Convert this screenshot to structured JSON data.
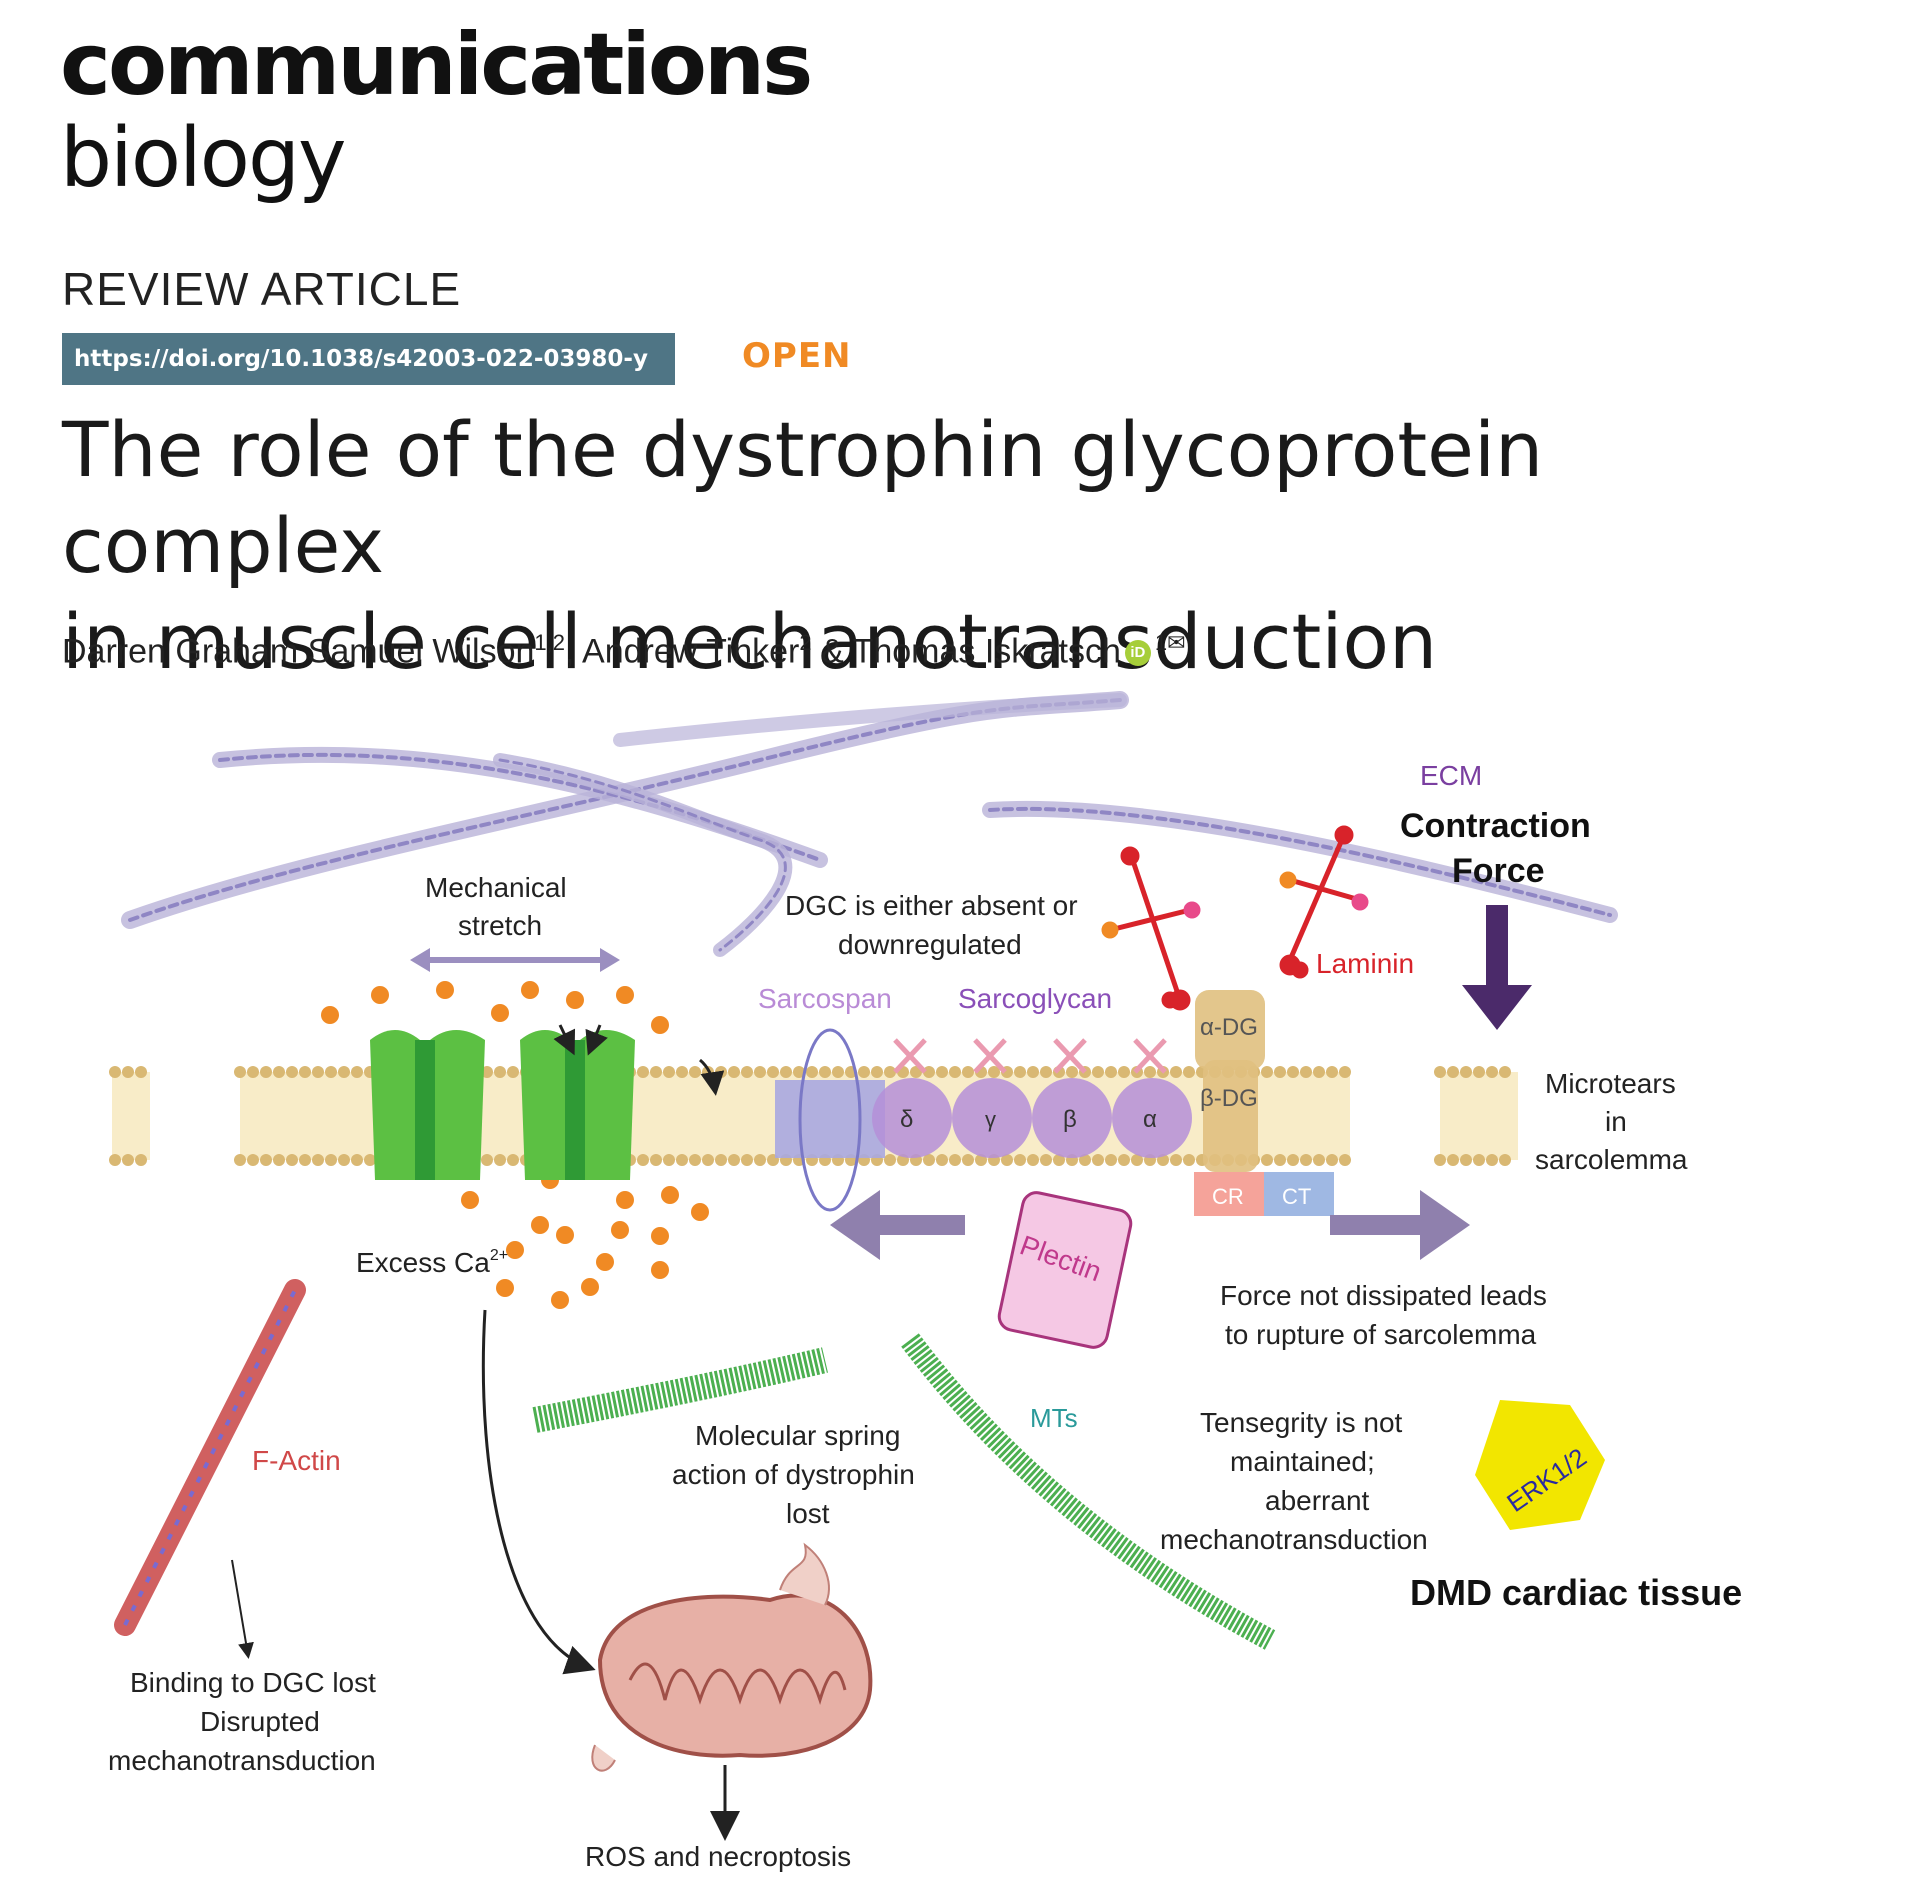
{
  "journal": {
    "name": "communications",
    "subname": "biology"
  },
  "article_type": "REVIEW ARTICLE",
  "doi": "https://doi.org/10.1038/s42003-022-03980-y",
  "open_label": "OPEN",
  "title_line1": "The role of the dystrophin glycoprotein complex",
  "title_line2": "in muscle cell mechanotransduction",
  "authors": [
    {
      "name": "Darren Graham Samuel Wilson",
      "aff": "1,2"
    },
    {
      "name": "Andrew Tinker",
      "aff": "2"
    },
    {
      "name": "Thomas Iskratsch",
      "aff": "1"
    }
  ],
  "author_sep1": ", ",
  "author_sep2": " & ",
  "orcid_icon_text": "iD",
  "mail_icon": "✉",
  "figure": {
    "ecm": "ECM",
    "contraction_line1": "Contraction",
    "contraction_line2": "Force",
    "mech_line1": "Mechanical",
    "mech_line2": "stretch",
    "dgc_line1": "DGC is either absent or",
    "dgc_line2": "downregulated",
    "laminin": "Laminin",
    "sarcospan": "Sarcospan",
    "sarcoglycan": "Sarcoglycan",
    "alpha_dg": "α-DG",
    "beta_dg": "β-DG",
    "delta": "δ",
    "gamma": "γ",
    "beta": "β",
    "alpha": "α",
    "microtears_line1": "Microtears",
    "microtears_line2": "in",
    "microtears_line3": "sarcolemma",
    "cr": "CR",
    "ct": "CT",
    "excess_ca": "Excess Ca",
    "ca_sup": "2+",
    "plectin": "Plectin",
    "force_line1": "Force not dissipated leads",
    "force_line2": "to rupture of sarcolemma",
    "mts": "MTs",
    "tens_line1": "Tensegrity is not",
    "tens_line2": "maintained;",
    "tens_line3": "aberrant",
    "tens_line4": "mechanotransduction",
    "erk": "ERK1/2",
    "factin": "F-Actin",
    "spring_line1": "Molecular spring",
    "spring_line2": "action of dystrophin",
    "spring_line3": "lost",
    "dmd": "DMD cardiac tissue",
    "binding_line1": "Binding to DGC lost",
    "binding_line2": "Disrupted",
    "binding_line3": "mechanotransduction",
    "ros": "ROS and necroptosis",
    "colors": {
      "ecm": "#7a3fa0",
      "laminin": "#d8232a",
      "sarcospan": "#b98bd6",
      "sarcoglycan": "#8a4fb8",
      "mts": "#2a9a9a",
      "factin": "#d04848",
      "plectin": "#c0398c",
      "erk": "#f2e600",
      "arrow_dark": "#4b2a6a",
      "arrow_light": "#8f80ad",
      "calcium": "#f08a24",
      "channel": "#5cc043"
    }
  }
}
